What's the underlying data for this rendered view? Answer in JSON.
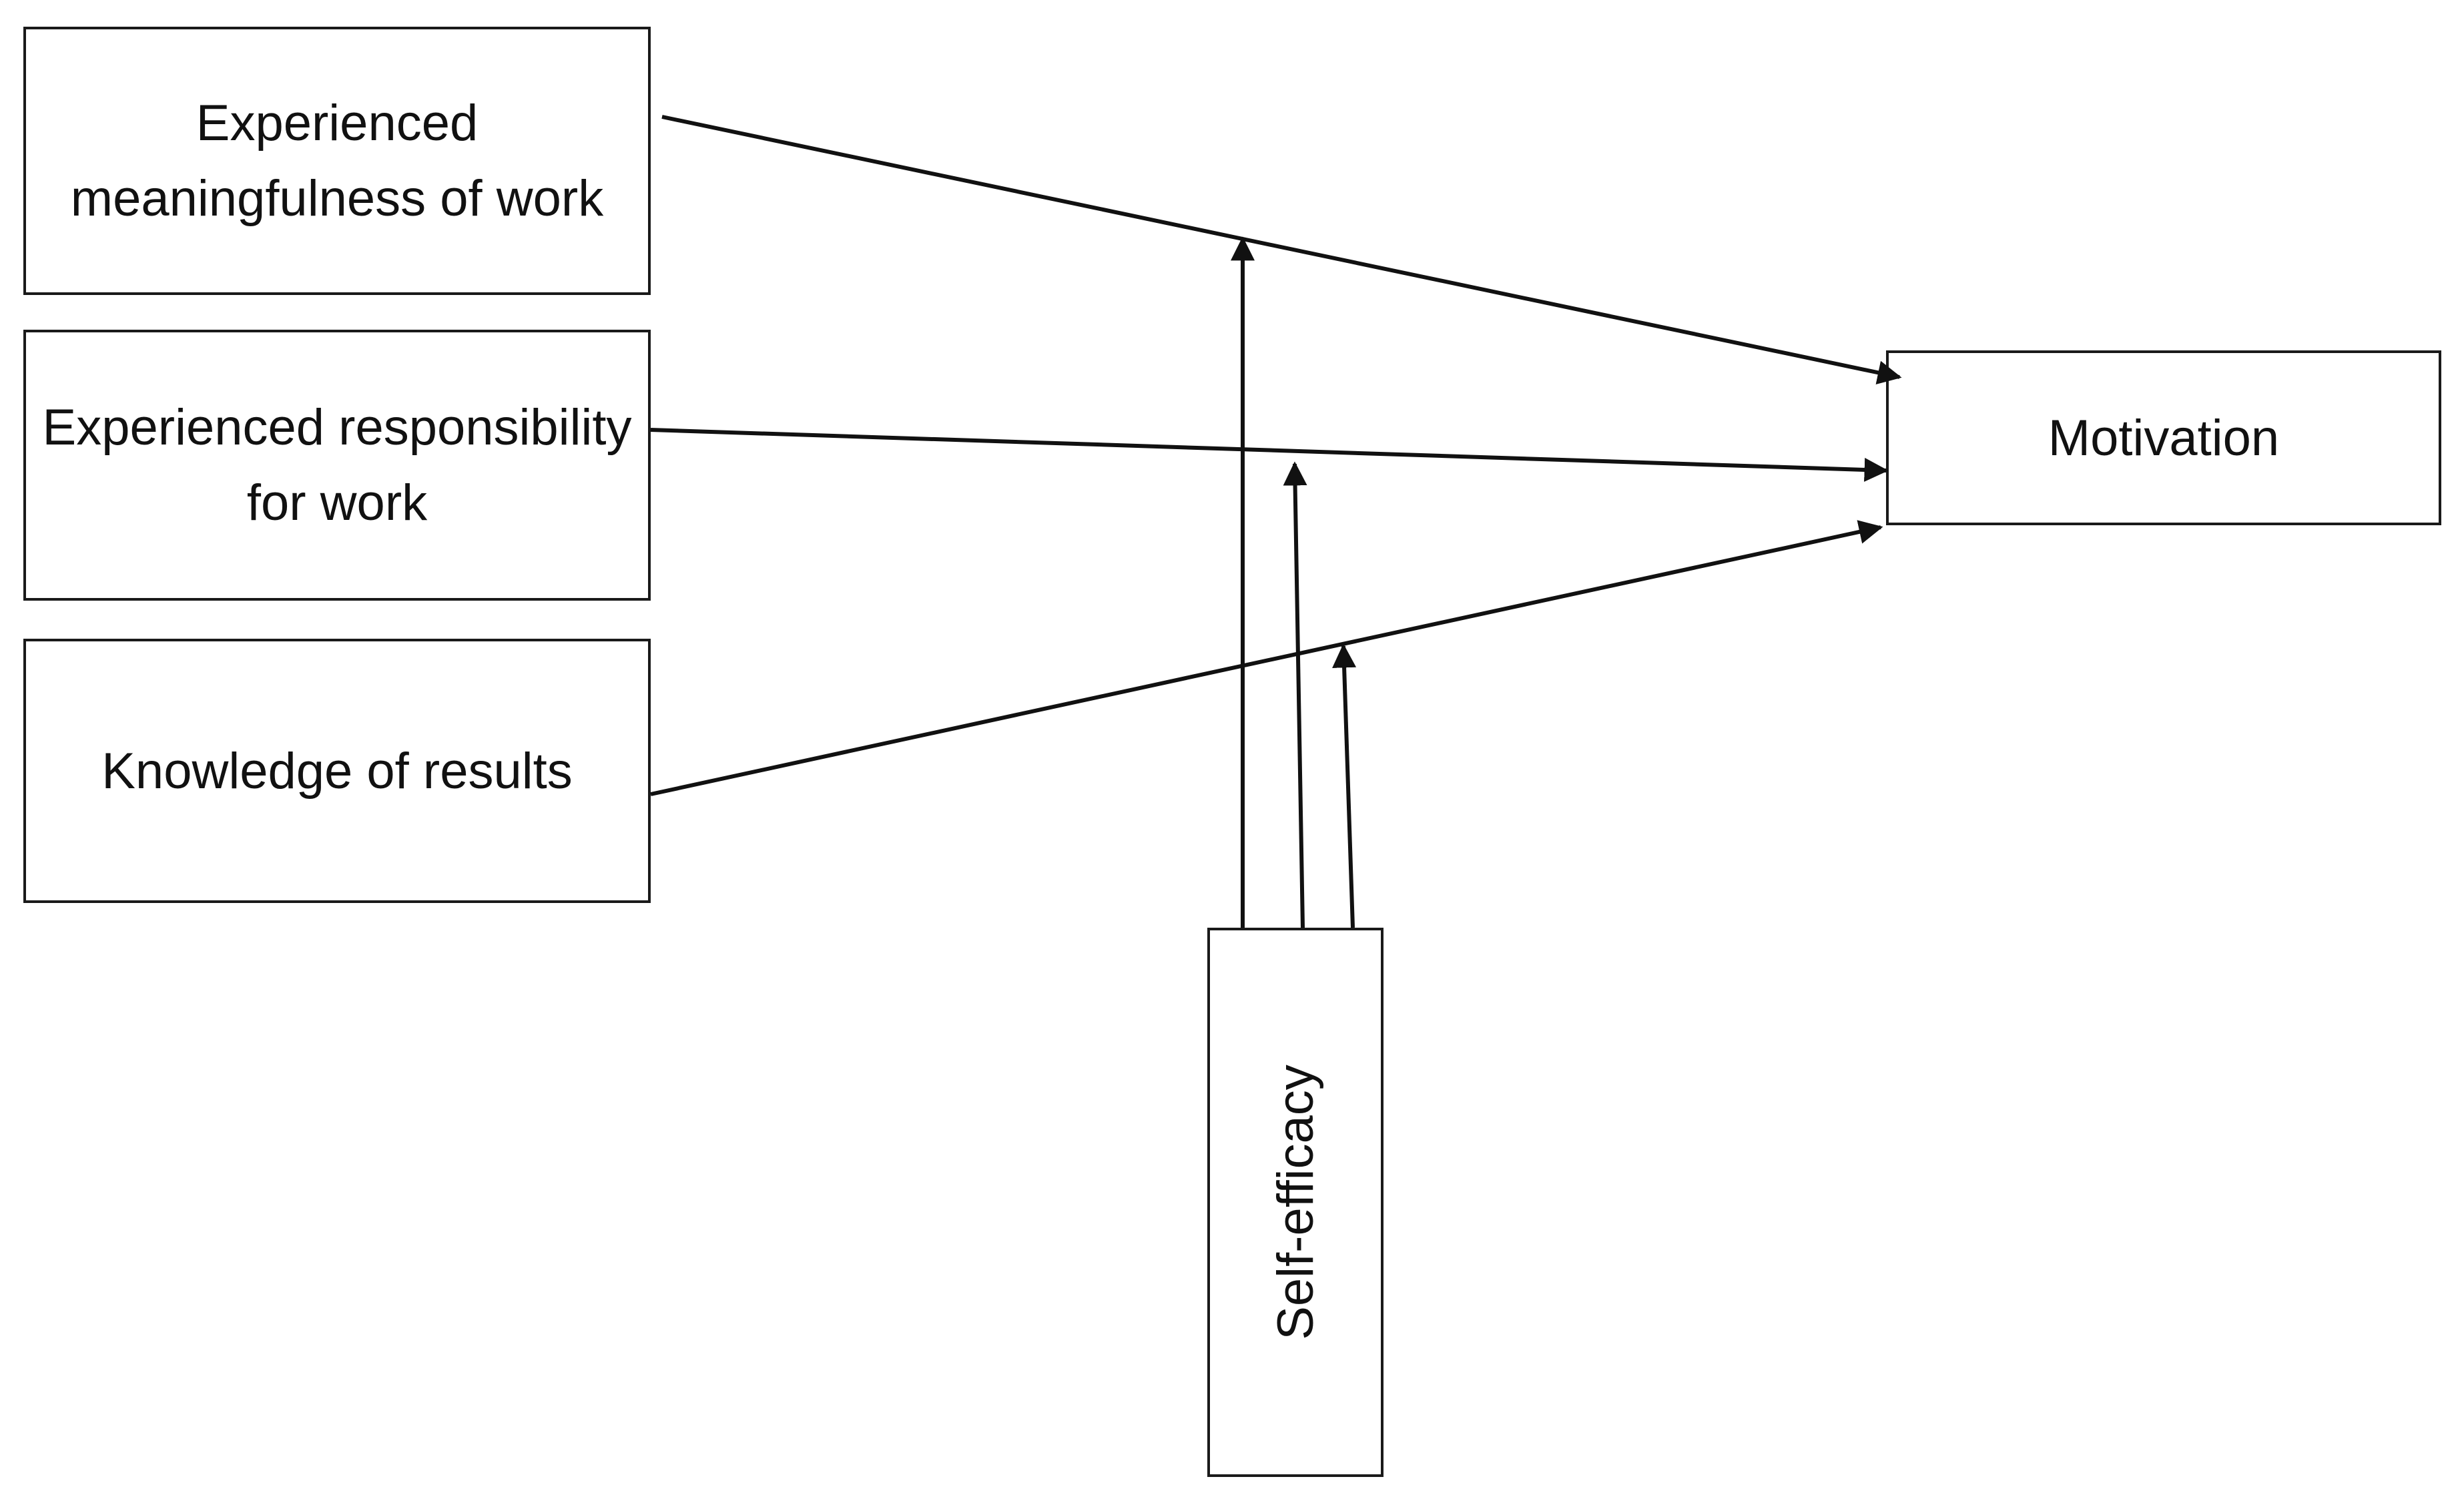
{
  "nodes": {
    "meaningfulness": "Experienced meaningfulness of work",
    "responsibility": "Experienced responsibility for work",
    "knowledge": "Knowledge of results",
    "motivation": "Motivation",
    "self_efficacy": "Self-efficacy"
  },
  "edges": [
    {
      "from": "meaningfulness",
      "to": "motivation"
    },
    {
      "from": "responsibility",
      "to": "motivation"
    },
    {
      "from": "knowledge",
      "to": "motivation"
    },
    {
      "from": "self_efficacy",
      "to": "meaningfulness → motivation"
    },
    {
      "from": "self_efficacy",
      "to": "responsibility → motivation"
    },
    {
      "from": "self_efficacy",
      "to": "knowledge → motivation"
    }
  ]
}
